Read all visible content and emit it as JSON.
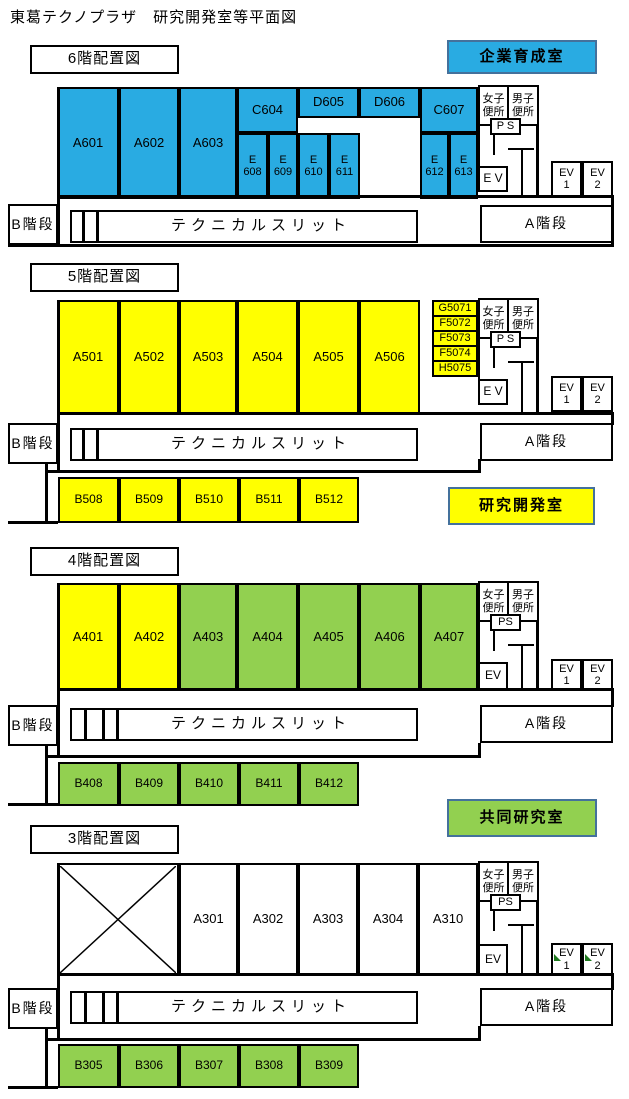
{
  "title": "東葛テクノプラザ　研究開発室等平面図",
  "legend": {
    "incubation": "企業育成室",
    "research": "研究開発室",
    "joint": "共同研究室"
  },
  "common": {
    "tech_slit": "テクニカルスリット",
    "stair_a": "A階段",
    "stair_b": "B階段",
    "toilet_female": [
      "女子",
      "便所"
    ],
    "toilet_male": [
      "男子",
      "便所"
    ],
    "ev1": [
      "EV",
      "1"
    ],
    "ev2": [
      "EV",
      "2"
    ]
  },
  "colors": {
    "incubation_blue": "#29abe2",
    "research_yellow": "#ffff00",
    "joint_green": "#92d050",
    "legend_border": "#44719c",
    "marker_green": "#1e7a1e"
  },
  "floors": {
    "f6": {
      "label": "6階配置図",
      "ps": "P S",
      "ev": "E V",
      "rooms": {
        "a601": "A601",
        "a602": "A602",
        "a603": "A603",
        "c604": "C604",
        "d605": "D605",
        "d606": "D606",
        "c607": "C607"
      },
      "e_rooms": [
        [
          "E",
          "608"
        ],
        [
          "E",
          "609"
        ],
        [
          "E",
          "610"
        ],
        [
          "E",
          "611"
        ],
        [
          "E",
          "612"
        ],
        [
          "E",
          "613"
        ]
      ]
    },
    "f5": {
      "label": "5階配置図",
      "ps": "P S",
      "ev": "E V",
      "rooms": {
        "a501": "A501",
        "a502": "A502",
        "a503": "A503",
        "a504": "A504",
        "a505": "A505",
        "a506": "A506"
      },
      "small_rooms": [
        "G5071",
        "F5072",
        "F5073",
        "F5074",
        "H5075"
      ],
      "b_rooms": [
        "B508",
        "B509",
        "B510",
        "B511",
        "B512"
      ]
    },
    "f4": {
      "label": "4階配置図",
      "ps": "PS",
      "ev": "EV",
      "rooms": {
        "a401": "A401",
        "a402": "A402",
        "a403": "A403",
        "a404": "A404",
        "a405": "A405",
        "a406": "A406",
        "a407": "A407"
      },
      "b_rooms": [
        "B408",
        "B409",
        "B410",
        "B411",
        "B412"
      ]
    },
    "f3": {
      "label": "3階配置図",
      "ps": "PS",
      "ev": "EV",
      "rooms": {
        "a301": "A301",
        "a302": "A302",
        "a303": "A303",
        "a304": "A304",
        "a310": "A310"
      },
      "b_rooms": [
        "B305",
        "B306",
        "B307",
        "B308",
        "B309"
      ]
    }
  }
}
